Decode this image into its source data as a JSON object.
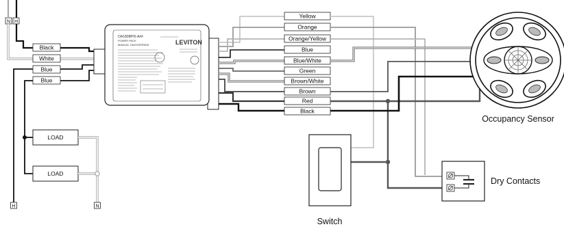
{
  "left_wire_labels": [
    "Black",
    "White",
    "Blue",
    "Blue"
  ],
  "right_wire_labels": [
    "Yellow",
    "Orange",
    "Orange/Yellow",
    "Blue",
    "Blue/White",
    "Green",
    "Brown/White",
    "Brown",
    "Red",
    "Black"
  ],
  "terminals": {
    "top_neutral": "N",
    "top_hot": "H",
    "bottom_hot": "H",
    "bottom_neutral": "N"
  },
  "loads": [
    "LOAD",
    "LOAD"
  ],
  "component_labels": {
    "occupancy_sensor": "Occupancy Sensor",
    "switch": "Switch",
    "dry_contacts": "Dry Contacts"
  },
  "power_pack": {
    "brand": "LEVITON",
    "line1": "OA180BPI0-A##",
    "line2": "POWER PACK",
    "line3": "MANUAL ON/OVERRIDE"
  },
  "colors": {
    "wire_black": "#111111",
    "wire_gray": "#555555",
    "wire_light": "#a9a9a9",
    "wire_white": "#ffffff",
    "box_border": "#222222"
  }
}
